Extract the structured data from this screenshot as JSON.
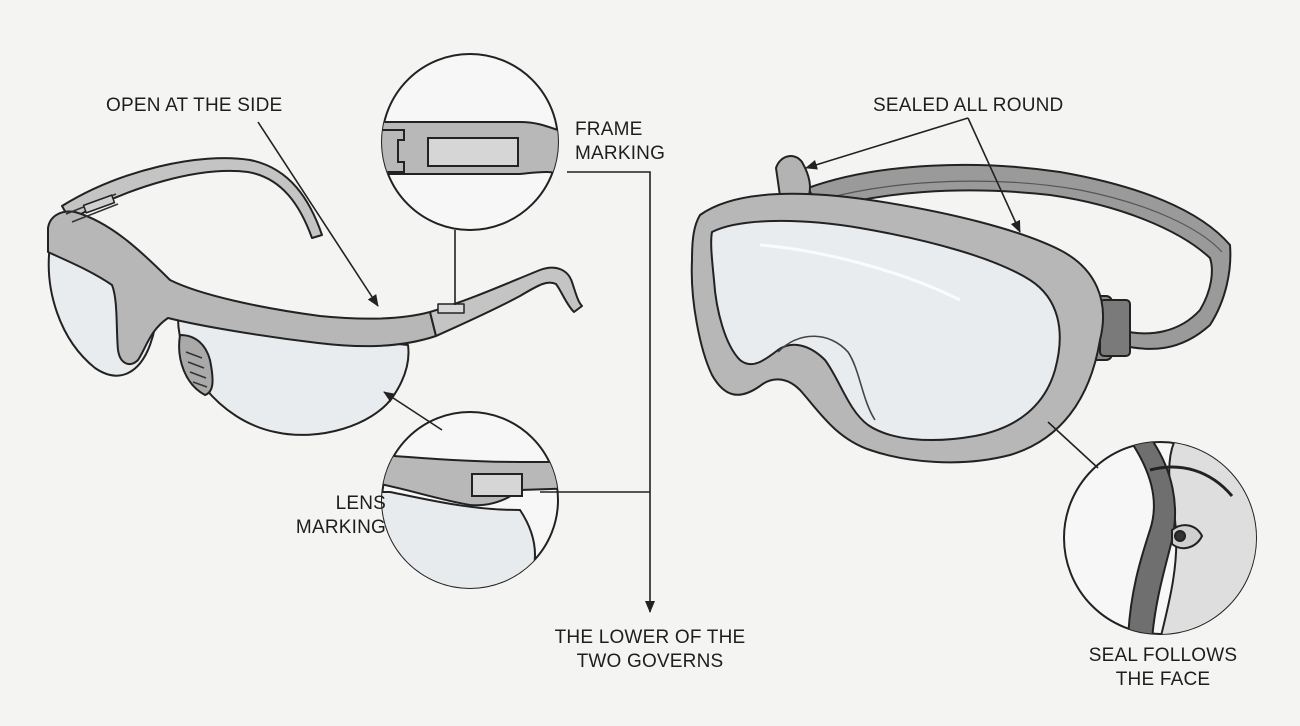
{
  "colors": {
    "background": "#f4f4f3",
    "line": "#222222",
    "frame_fill": "#b7b7b7",
    "lens_fill": "#e9ecef",
    "strap_fill": "#9a9a9a",
    "skin_fill": "#dedede",
    "seal_fill": "#6f6f6f"
  },
  "labels": {
    "open_side": "OPEN AT THE SIDE",
    "frame_marking": [
      "FRAME",
      "MARKING"
    ],
    "lens_marking": [
      "LENS",
      "MARKING"
    ],
    "lower_governs": [
      "THE LOWER OF THE",
      "TWO GOVERNS"
    ],
    "sealed_all_round": "SEALED ALL ROUND",
    "seal_follows": [
      "SEAL FOLLOWS",
      "THE FACE"
    ]
  }
}
